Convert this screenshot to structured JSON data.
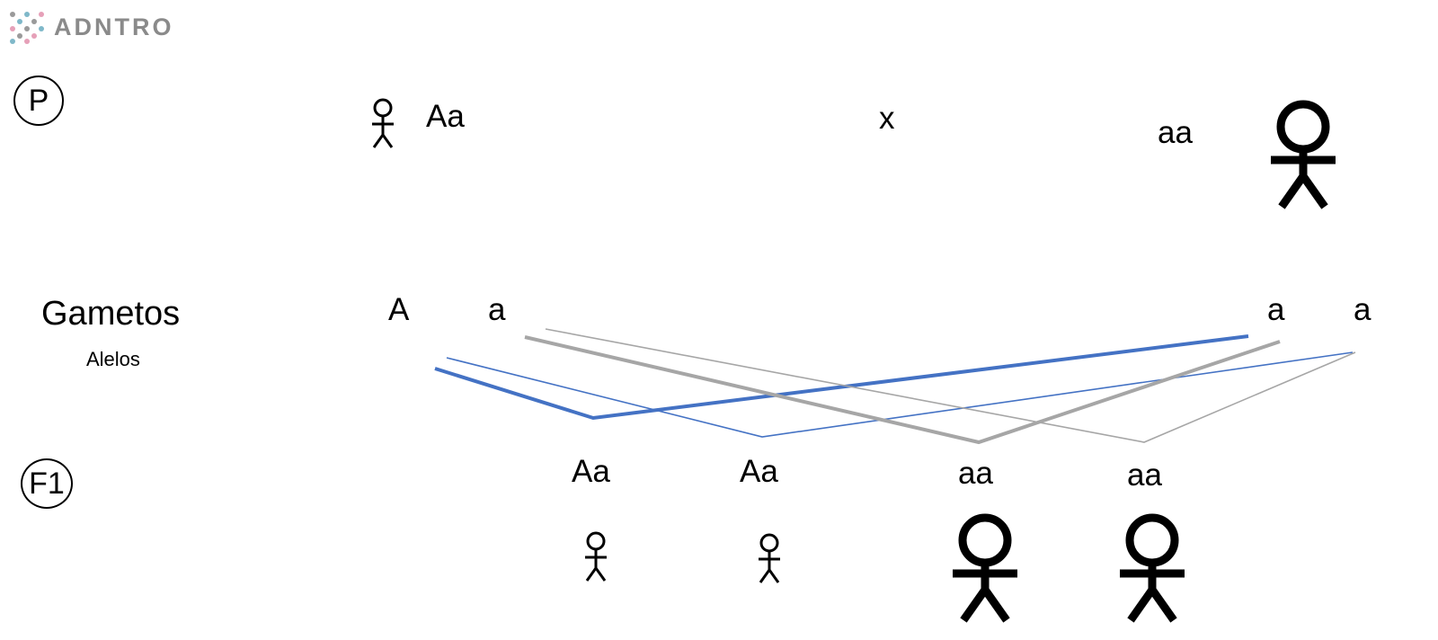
{
  "logo": {
    "text": "ADNTRO"
  },
  "generations": {
    "parental": "P",
    "filial": "F1"
  },
  "rows": {
    "gametes_label": "Gametos",
    "alleles_label": "Alelos"
  },
  "parents": {
    "left_genotype": "Aa",
    "cross_symbol": "x",
    "right_genotype": "aa"
  },
  "gametes": {
    "left": [
      "A",
      "a"
    ],
    "right": [
      "a",
      "a"
    ]
  },
  "offspring": [
    {
      "genotype": "Aa",
      "figure": "small-stick-figure-icon"
    },
    {
      "genotype": "Aa",
      "figure": "small-stick-figure-icon"
    },
    {
      "genotype": "aa",
      "figure": "large-stick-figure-icon"
    },
    {
      "genotype": "aa",
      "figure": "large-stick-figure-icon"
    }
  ],
  "colors": {
    "dominant_line": "#4472c4",
    "recessive_line": "#a6a6a6",
    "logo_text": "#8a8a8a",
    "logo_dots": [
      "#e6a0b8",
      "#7fb8c9",
      "#9a9a9a"
    ]
  }
}
